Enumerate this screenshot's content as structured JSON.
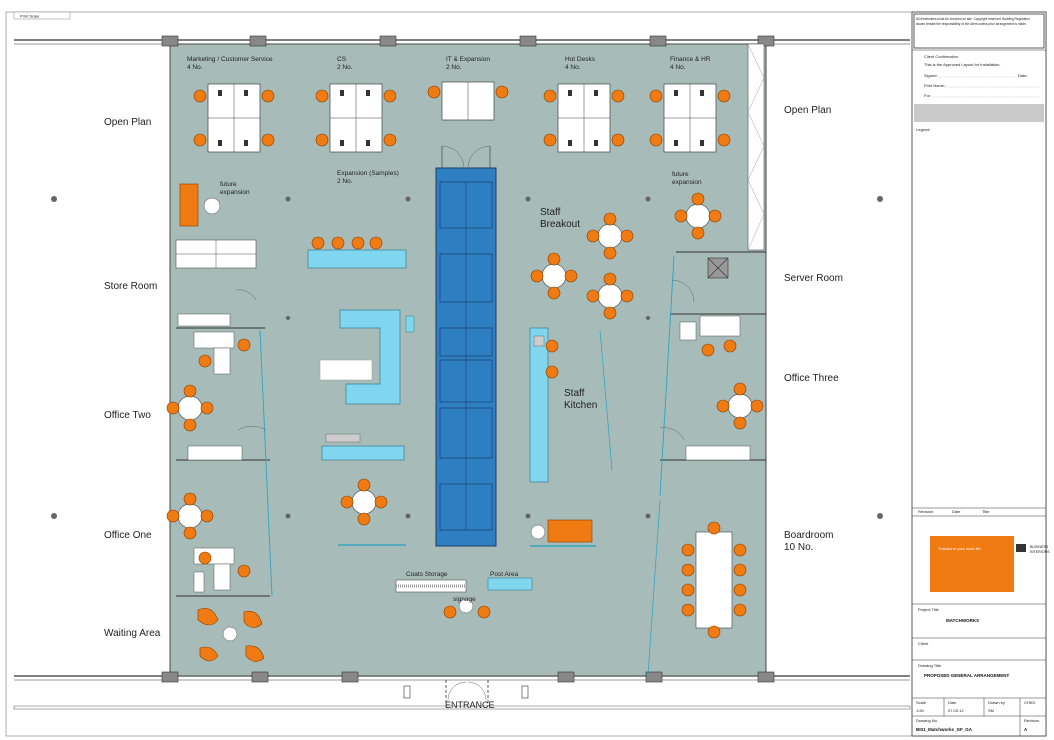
{
  "sheet": {
    "header_tag": "Print Scale"
  },
  "rooms": {
    "open_plan_left": "Open Plan",
    "store_room": "Store Room",
    "office_two": "Office Two",
    "office_one": "Office One",
    "waiting_area": "Waiting Area",
    "open_plan_right": "Open Plan",
    "server_room": "Server Room",
    "office_three": "Office Three",
    "boardroom_1": "Boardroom",
    "boardroom_2": "10 No.",
    "staff_breakout_1": "Staff",
    "staff_breakout_2": "Breakout",
    "staff_kitchen_1": "Staff",
    "staff_kitchen_2": "Kitchen",
    "entrance": "ENTRANCE"
  },
  "zones": {
    "marketing_1": "Marketing / Customer Service",
    "marketing_2": "4 No.",
    "cs_1": "CS",
    "cs_2": "2 No.",
    "it_1": "IT & Expansion",
    "it_2": "2 No.",
    "hot_1": "Hot Desks",
    "hot_2": "4 No.",
    "finance_1": "Finance & HR",
    "finance_2": "4 No.",
    "expansion_samples_1": "Expansion (Samples)",
    "expansion_samples_2": "2 No.",
    "future_left_1": "future",
    "future_left_2": "expansion",
    "future_right_1": "future",
    "future_right_2": "expansion",
    "coats": "Coats Storage",
    "post": "Post Area",
    "signage": "signage"
  },
  "title_block": {
    "disclaimer_1": "All dimensions must be checked on site. Copyright reserved. Building Regulation",
    "disclaimer_2": "issues remain the responsibility of the client unless prior arrangement is made.",
    "client_confirmation": "Client Confirmation",
    "approval": "This is the Approved Layout for Installation.",
    "signed": "Signed:",
    "date": "Date:",
    "print_name": "Print Name:",
    "for": "For:",
    "legend": "Legend:",
    "revision": "Revision",
    "date_col": "Date",
    "title_col": "Title",
    "brand_tagline": "Transform your work life",
    "brand_name_1": "BUSINESS",
    "brand_name_2": "INTERIORS",
    "project_title_label": "Project Title",
    "project_title": "MATCHWORKS",
    "client_label": "Client",
    "drawing_title_label": "Drawing Title",
    "drawing_title": "PROPOSED GENERAL ARRANGEMENT",
    "scale_label": "Scale",
    "scale": "1:50",
    "date_label": "Date",
    "date_value": "07.03.12",
    "drawn_label": "Drawn by",
    "drawn": "SM",
    "checked_label": "CHKD",
    "drawing_no_label": "Drawing No.",
    "drawing_no": "BI01_Matchworks_GF_GA",
    "rev_label": "Revision",
    "rev_value": "A"
  },
  "colors": {
    "floor": "#a7bcb8",
    "accent": "#e8731a",
    "core": "#2d7fc1",
    "counter": "#7fd6ee"
  }
}
